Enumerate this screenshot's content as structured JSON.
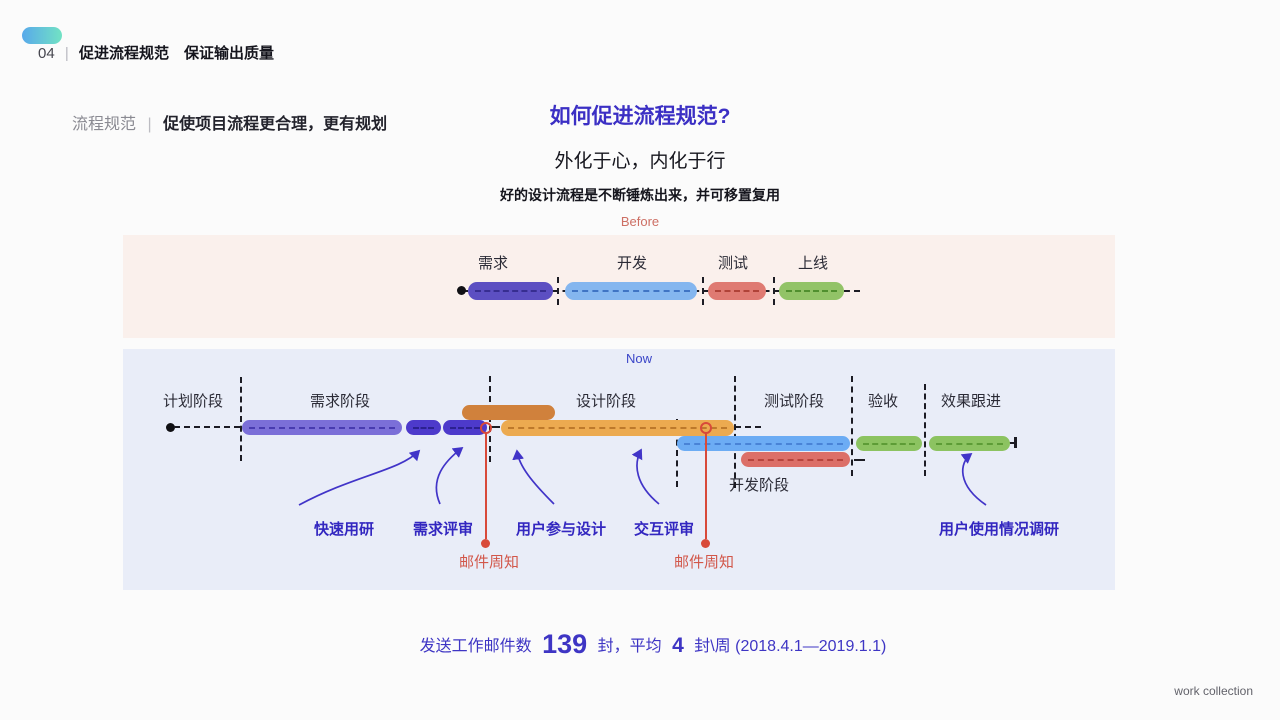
{
  "palette": {
    "page_bg": "#fbfbfb",
    "before_panel_bg": "#faf0ec",
    "now_panel_bg": "#e9edf8",
    "title_indigo": "#3b2fc4",
    "annotation_indigo": "#3327c0",
    "accent_red": "#d84a3a",
    "before_tag_red": "#cd6f64",
    "now_tag_blue": "#3a45c8",
    "ink": "#15151d",
    "gray": "#8a8a92",
    "logo_gradient": [
      "#58a9ea",
      "#72e2c4"
    ]
  },
  "header": {
    "page_number": "04",
    "divider": "|",
    "title": "促进流程规范　保证输出质量"
  },
  "subheader": {
    "label": "流程规范",
    "divider": "|",
    "text": "促使项目流程更合理，更有规划"
  },
  "intro": {
    "question": "如何促进流程规范?",
    "motto": "外化于心，内化于行",
    "description": "好的设计流程是不断锤炼出来，并可移置复用"
  },
  "before": {
    "label": "Before",
    "phases": [
      {
        "label": "需求",
        "color": "#5c4fc2"
      },
      {
        "label": "开发",
        "color": "#84b6ef"
      },
      {
        "label": "测试",
        "color": "#df7a72"
      },
      {
        "label": "上线",
        "color": "#92c367"
      }
    ]
  },
  "now": {
    "label": "Now",
    "phases": [
      {
        "label": "计划阶段"
      },
      {
        "label": "需求阶段"
      },
      {
        "label": "设计阶段"
      },
      {
        "label": "测试阶段"
      },
      {
        "label": "验收"
      },
      {
        "label": "效果跟进"
      }
    ],
    "dev_phase_label": "开发阶段",
    "bars": [
      {
        "name": "requirement-long",
        "color": "#7b6fd8"
      },
      {
        "name": "requirement-sprint-1",
        "color": "#4d3acb"
      },
      {
        "name": "requirement-sprint-2",
        "color": "#4d3acb"
      },
      {
        "name": "design-pre",
        "color": "#d0813c"
      },
      {
        "name": "design-main",
        "color": "#ecaa50"
      },
      {
        "name": "development",
        "color": "#6cacf4"
      },
      {
        "name": "testing",
        "color": "#dc6f68"
      },
      {
        "name": "acceptance",
        "color": "#8cc361"
      },
      {
        "name": "effect-tracking",
        "color": "#8cc361"
      }
    ],
    "annotations": [
      "快速用研",
      "需求评审",
      "用户参与设计",
      "交互评审",
      "用户使用情况调研"
    ],
    "email_notice_label": "邮件周知"
  },
  "stats": {
    "prefix": "发送工作邮件数",
    "total": "139",
    "unit1": "封，平均",
    "average": "4",
    "unit2": "封\\周",
    "period": "(2018.4.1—2019.1.1)"
  },
  "footer": {
    "watermark": "work collection"
  }
}
